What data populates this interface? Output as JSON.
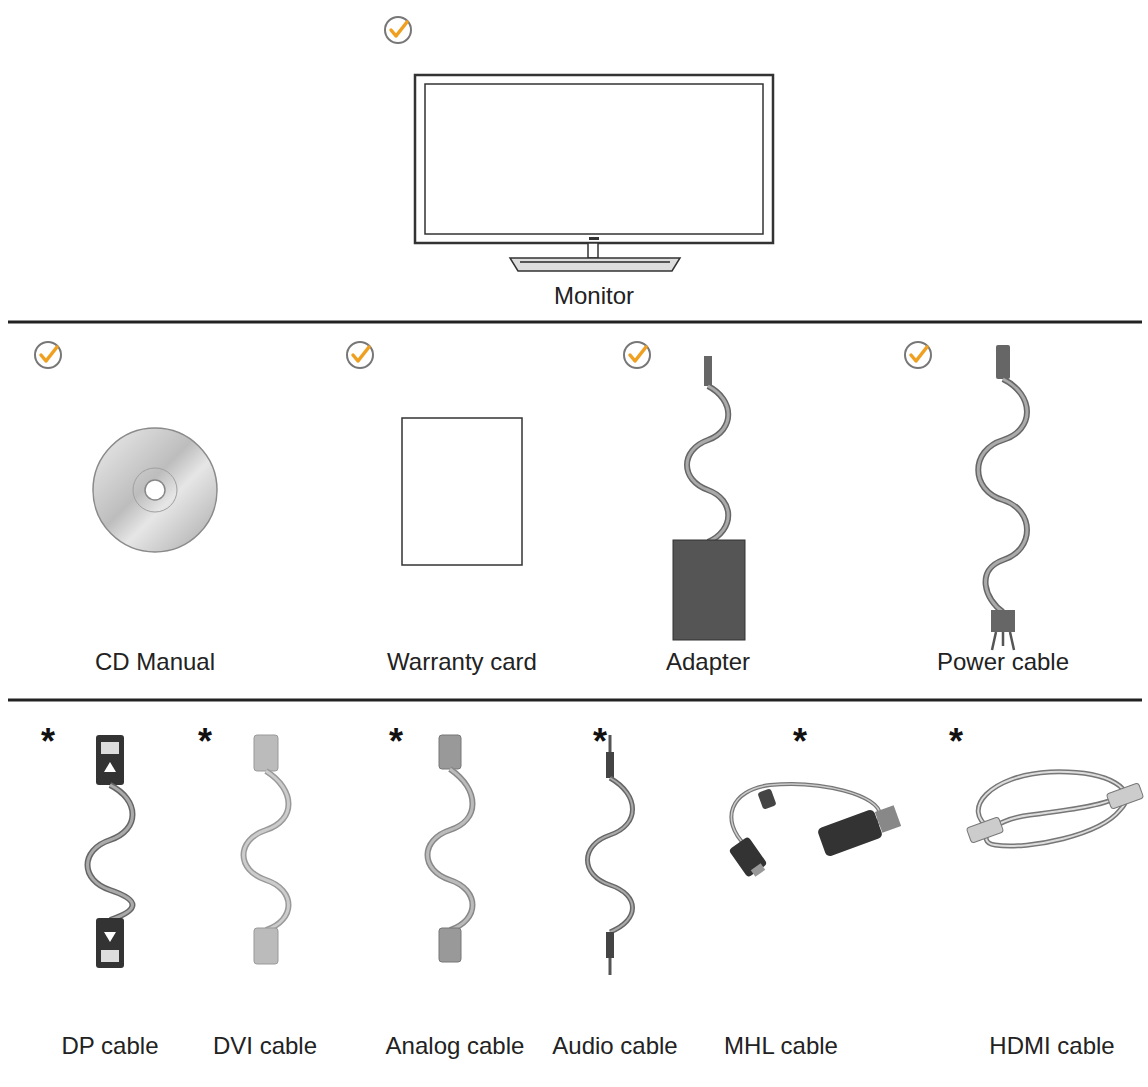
{
  "diagram": {
    "labels": [
      "Monitor",
      "CD Manual",
      "Warranty card",
      "Adapter",
      "Power cable",
      "*",
      "*",
      "*",
      "*",
      "*",
      "*",
      "DP cable",
      "DVI cable",
      "Analog cable",
      "Audio cable",
      "MHL cable",
      "HDMI cable"
    ]
  }
}
